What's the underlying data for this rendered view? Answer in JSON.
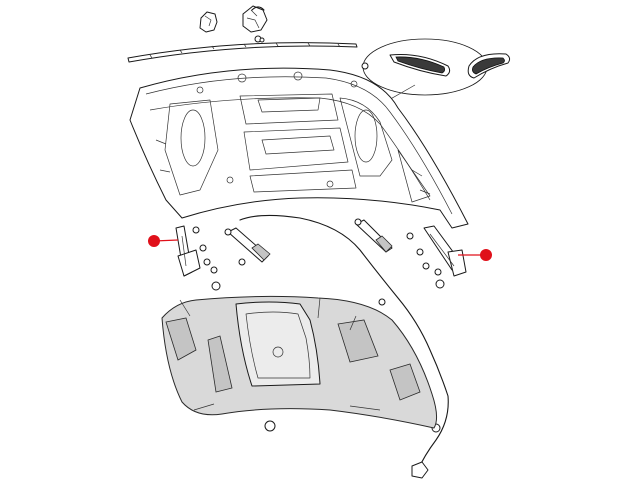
{
  "diagram": {
    "kind": "exploded-parts-illustration",
    "subject_icons": {
      "hood_panel": "hood-panel-icon",
      "hood_scoops": "hood-scoop-icon",
      "weatherstrip": "weatherstrip-icon",
      "insulator_pad": "hood-insulator-icon",
      "hinges": "hood-hinge-icon",
      "support_struts": "gas-strut-icon",
      "release_cable": "release-cable-icon",
      "fasteners": "fastener-icon",
      "latch_parts": "hood-latch-icon"
    },
    "callouts": [
      {
        "id": "left-hinge",
        "color": "#e0101a"
      },
      {
        "id": "right-hinge",
        "color": "#e0101a"
      }
    ],
    "colors": {
      "line": "#1a1a1a",
      "fill_light": "#d9d9d9",
      "callout": "#e0101a",
      "background": "#ffffff"
    }
  }
}
